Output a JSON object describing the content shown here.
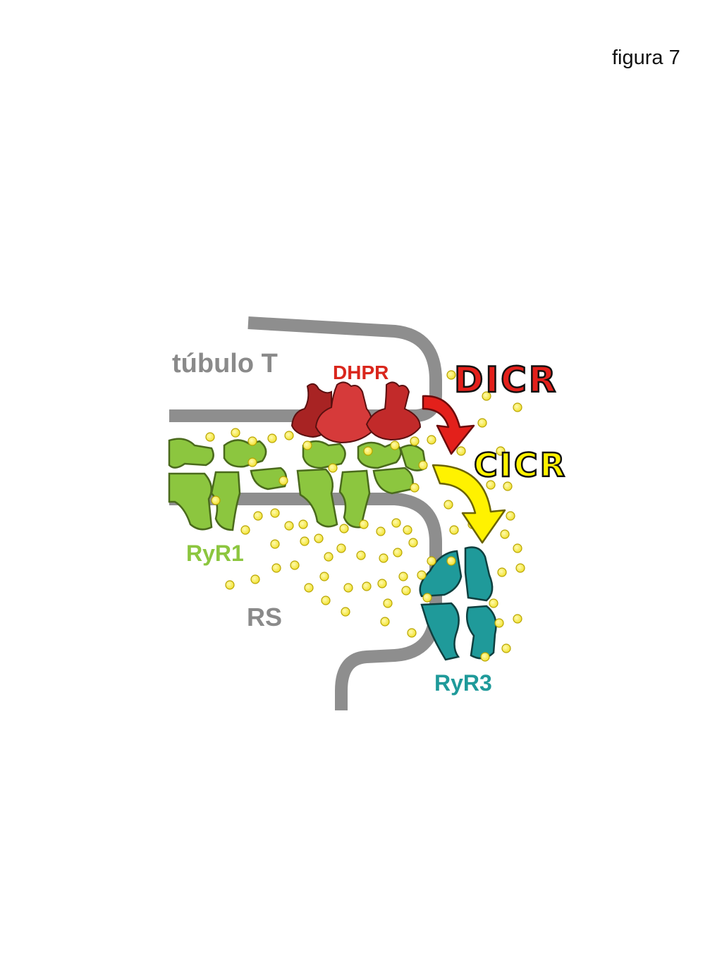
{
  "figure_label": "figura 7",
  "labels": {
    "t_tubule": "túbulo T",
    "dhpr": "DHPR",
    "dicr": "DICR",
    "cicr": "CICR",
    "ryr1": "RyR1",
    "rs": "RS",
    "ryr3": "RyR3"
  },
  "colors": {
    "membrane": "#8e8e8e",
    "dhpr": "#d03535",
    "dhpr_dark": "#a82323",
    "ryr1": "#8cc63f",
    "ryr3": "#1f9a9a",
    "calcium": "#f5ea3a",
    "dicr_arrow": "#e3201b",
    "cicr_arrow": "#fff200",
    "label_gray": "#8a8a8a",
    "label_dhpr": "#d9261c",
    "label_ryr1": "#8cc63f",
    "label_ryr3": "#1f9a9a"
  }
}
